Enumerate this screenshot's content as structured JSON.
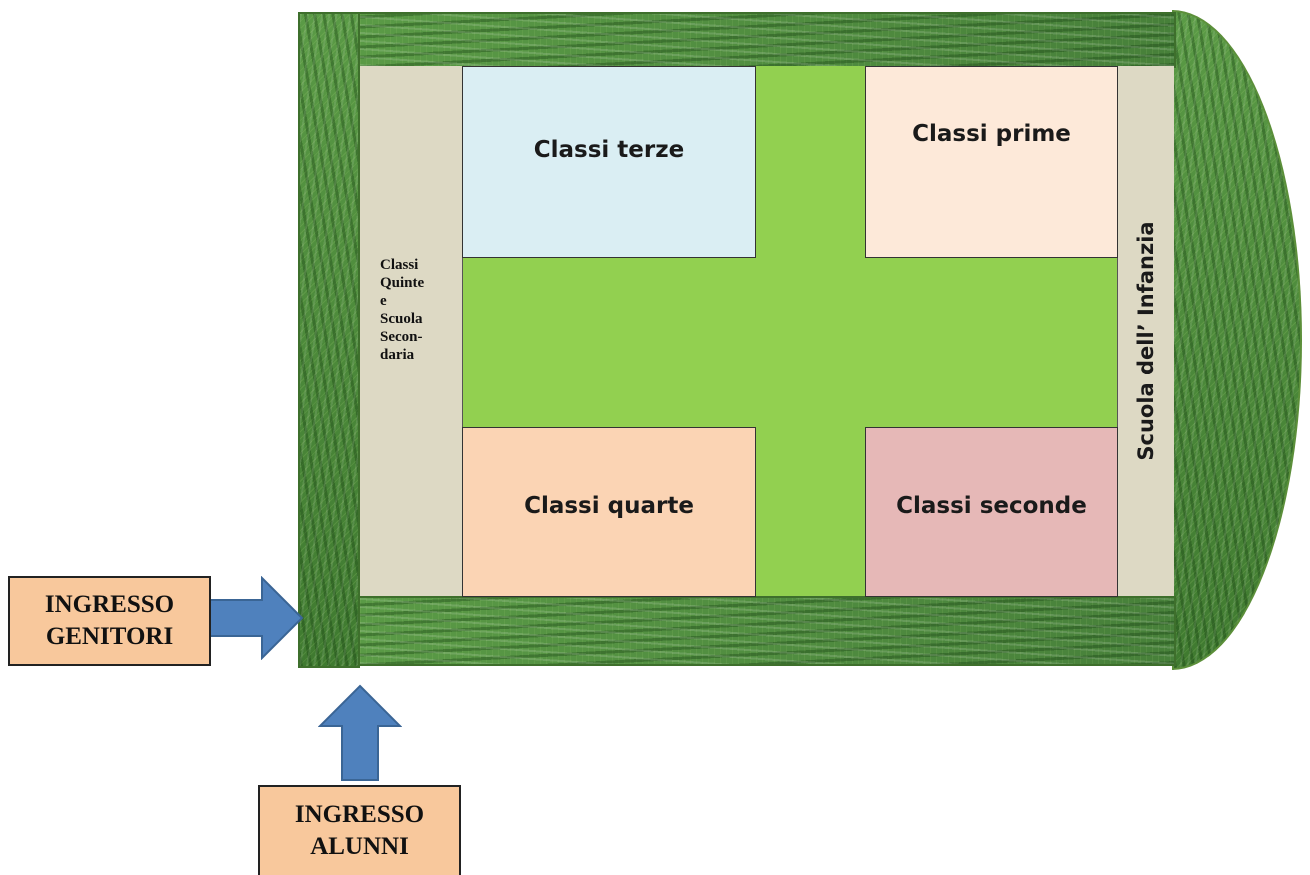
{
  "rooms": {
    "terze": "Classi terze",
    "prime": "Classi prime",
    "quarte": "Classi quarte",
    "seconde": "Classi seconde"
  },
  "left_building": {
    "lines": [
      "Classi",
      "Quinte",
      "e",
      "Scuola",
      "Secon-",
      "daria"
    ]
  },
  "right_building": {
    "label": "Scuola dell’ Infanzia"
  },
  "entrances": {
    "parents": [
      "INGRESSO",
      "GENITORI"
    ],
    "students": [
      "INGRESSO",
      "ALUNNI"
    ]
  },
  "colors": {
    "courtyard": "#92d050",
    "side_building": "#ddd9c4",
    "terze": "#daeef3",
    "prime": "#fde9d9",
    "quarte": "#fbd4b4",
    "seconde": "#e6b8b7",
    "arrow": "#4f81bd",
    "label_box": "#f8c89c"
  }
}
